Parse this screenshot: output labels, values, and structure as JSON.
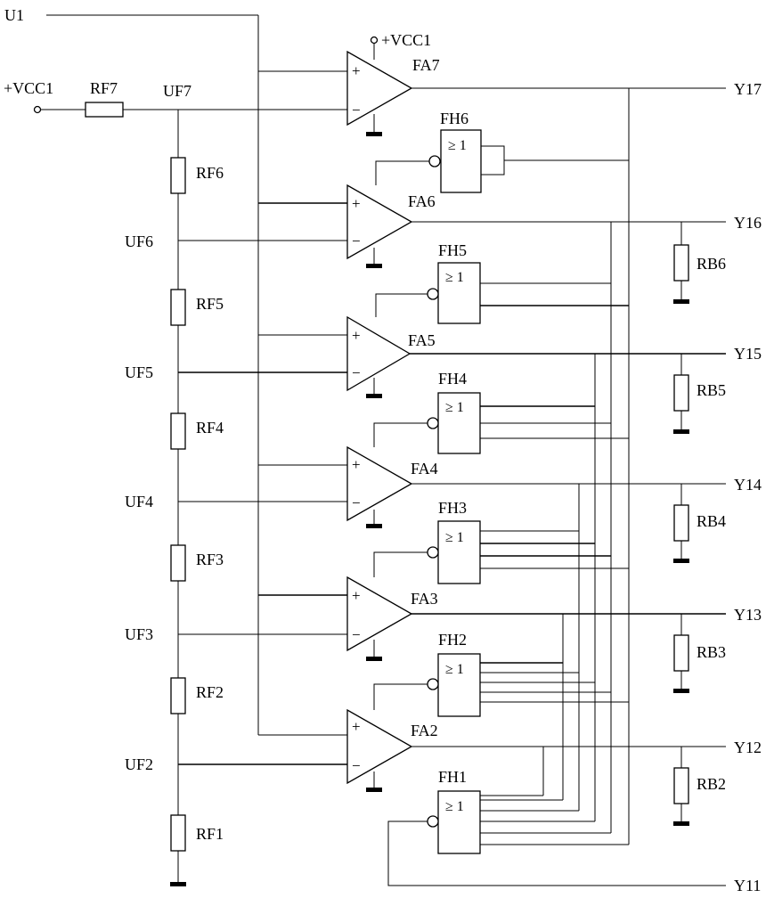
{
  "inputs": {
    "u1": "U1",
    "vcc_left": "+VCC1",
    "vcc_top": "+VCC1"
  },
  "divider": {
    "resistors": [
      "RF7",
      "RF6",
      "RF5",
      "RF4",
      "RF3",
      "RF2",
      "RF1"
    ],
    "nodes": [
      "UF7",
      "UF6",
      "UF5",
      "UF4",
      "UF3",
      "UF2"
    ]
  },
  "comparators": {
    "labels": [
      "FA7",
      "FA6",
      "FA5",
      "FA4",
      "FA3",
      "FA2"
    ],
    "plus_sign": "+",
    "minus_sign": "−"
  },
  "gates": {
    "labels": [
      "FH6",
      "FH5",
      "FH4",
      "FH3",
      "FH2",
      "FH1"
    ],
    "symbol": "≥ 1"
  },
  "pulldowns": [
    "RB6",
    "RB5",
    "RB4",
    "RB3",
    "RB2"
  ],
  "outputs": [
    "Y17",
    "Y16",
    "Y15",
    "Y14",
    "Y13",
    "Y12",
    "Y11"
  ]
}
